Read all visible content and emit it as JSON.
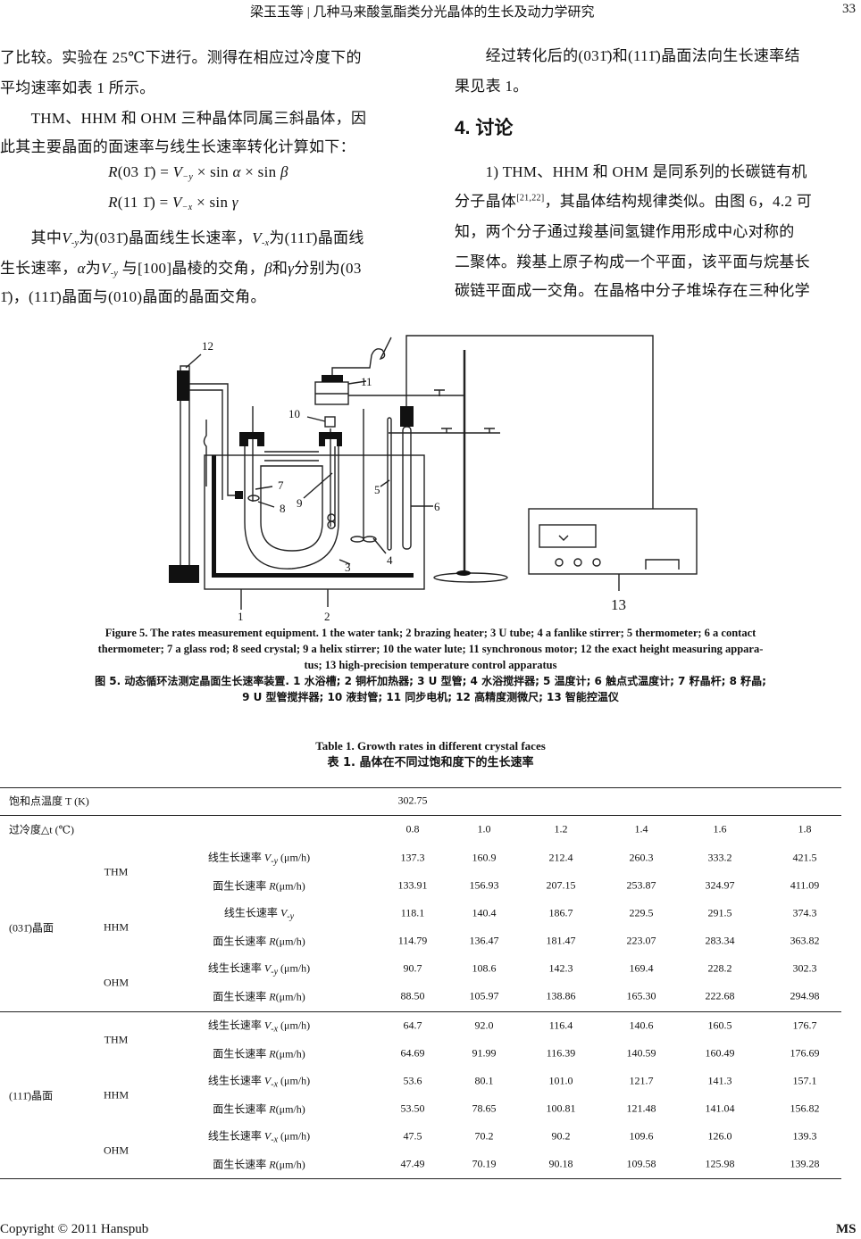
{
  "header": {
    "title": "梁玉玉等 | 几种马来酸氢酯类分光晶体的生长及动力学研究",
    "page_number": "33"
  },
  "left_column": [
    [
      {
        "t": "了比较。实验在 25℃下进行。测得在相应过冷度下的"
      }
    ],
    [
      {
        "t": "平均速率如表 1 所示。"
      }
    ],
    [
      {
        "t": "　　THM、HHM 和 OHM 三种晶体同属三斜晶体，因"
      }
    ],
    [
      {
        "t": "此其主要晶面的面速率与线生长速率转化计算如下："
      }
    ],
    [
      {
        "t": "　　　　　　　"
      },
      {
        "i": "R"
      },
      {
        "t": "(03 1̄) = "
      },
      {
        "i": "V"
      },
      {
        "sub": "−y"
      },
      {
        "t": " × sin "
      },
      {
        "i": "α"
      },
      {
        "t": " × sin "
      },
      {
        "i": "β"
      }
    ],
    [
      {
        "t": "　　　　　　　"
      },
      {
        "i": "R"
      },
      {
        "t": "(11 1̄) = "
      },
      {
        "i": "V"
      },
      {
        "sub": "−x"
      },
      {
        "t": " × sin "
      },
      {
        "i": "γ"
      }
    ],
    [
      {
        "t": "　　其中"
      },
      {
        "i": "V"
      },
      {
        "sub": "-y"
      },
      {
        "t": "为(031̄)晶面线生长速率，"
      },
      {
        "i": "V"
      },
      {
        "sub": "-x"
      },
      {
        "t": "为(111̄)晶面线"
      }
    ],
    [
      {
        "t": "生长速率，"
      },
      {
        "i": "α"
      },
      {
        "t": "为"
      },
      {
        "i": "V"
      },
      {
        "sub": "-y"
      },
      {
        "t": " 与[100]晶棱的交角，"
      },
      {
        "i": "β"
      },
      {
        "t": "和"
      },
      {
        "i": "γ"
      },
      {
        "t": "分别为(03"
      }
    ],
    [
      {
        "t": "1̄)，(111̄)晶面与(010)晶面的晶面交角。"
      }
    ]
  ],
  "right_column": [
    [
      {
        "t": "　　经过转化后的(031̄)和(111̄)晶面法向生长速率结"
      }
    ],
    [
      {
        "t": "果见表 1。"
      }
    ],
    [
      {
        "t": "　　1) THM、HHM 和 OHM 是同系列的长碳链有机"
      }
    ],
    [
      {
        "t": "分子晶体"
      },
      {
        "sup": "[21,22]"
      },
      {
        "t": "，其晶体结构规律类似。由图 6，4.2 可"
      }
    ],
    [
      {
        "t": "知，两个分子通过羧基间氢键作用形成中心对称的"
      }
    ],
    [
      {
        "t": "二聚体。羧基上原子构成一个平面，该平面与烷基长"
      }
    ],
    [
      {
        "t": "碳链平面成一交角。在晶格中分子堆垛存在三种化学"
      }
    ]
  ],
  "section_heading": "4. 讨论",
  "figure": {
    "labels": [
      "1",
      "2",
      "3",
      "4",
      "5",
      "6",
      "7",
      "8",
      "9",
      "10",
      "11",
      "12",
      "13"
    ],
    "caption_en_lines": [
      "Figure 5. The rates measurement equipment. 1 the water tank; 2 brazing heater; 3 U tube; 4 a fanlike stirrer; 5 thermometer; 6 a contact",
      "thermometer; 7 a glass rod; 8 seed crystal; 9 a helix stirrer; 10 the water lute; 11 synchronous motor; 12 the exact height measuring appara-",
      "tus; 13 high-precision temperature control apparatus"
    ],
    "caption_zh_lines": [
      "图 5. 动态循环法测定晶面生长速率装置. 1 水浴槽; 2 铜杆加热器; 3 U 型管; 4 水浴搅拌器; 5 温度计; 6 触点式温度计; 7 籽晶杆; 8 籽晶;",
      "9 U 型管搅拌器; 10 液封管; 11 同步电机; 12 高精度测微尺; 13 智能控温仪"
    ]
  },
  "table": {
    "title_en": "Table 1. Growth rates in different crystal faces",
    "title_zh": "表 1. 晶体在不同过饱和度下的生长速率",
    "sat_label": "饱和点温度  T (K)",
    "sat_value": "302.75",
    "dt_label": "过冷度△t (℃)",
    "dt_values": [
      "0.8",
      "1.0",
      "1.2",
      "1.4",
      "1.6",
      "1.8"
    ],
    "groups": [
      {
        "face": "(031̄)晶面",
        "crystals": [
          {
            "name": "THM",
            "rows": [
              {
                "pre": "线生长速率  ",
                "var": "V",
                "sub": "-y",
                "post": " (μm/h)",
                "values": [
                  "137.3",
                  "160.9",
                  "212.4",
                  "260.3",
                  "333.2",
                  "421.5"
                ]
              },
              {
                "pre": "面生长速率 ",
                "var": "R",
                "sub": "",
                "post": "(μm/h)",
                "values": [
                  "133.91",
                  "156.93",
                  "207.15",
                  "253.87",
                  "324.97",
                  "411.09"
                ]
              }
            ]
          },
          {
            "name": "HHM",
            "rows": [
              {
                "pre": "线生长速率 ",
                "var": "V",
                "sub": "-y",
                "post": "",
                "values": [
                  "118.1",
                  "140.4",
                  "186.7",
                  "229.5",
                  "291.5",
                  "374.3"
                ]
              },
              {
                "pre": "面生长速率 ",
                "var": "R",
                "sub": "",
                "post": "(μm/h)",
                "values": [
                  "114.79",
                  "136.47",
                  "181.47",
                  "223.07",
                  "283.34",
                  "363.82"
                ]
              }
            ]
          },
          {
            "name": "OHM",
            "rows": [
              {
                "pre": "线生长速率 ",
                "var": "V",
                "sub": "-y",
                "post": " (μm/h)",
                "values": [
                  "90.7",
                  "108.6",
                  "142.3",
                  "169.4",
                  "228.2",
                  "302.3"
                ]
              },
              {
                "pre": "面生长速率 ",
                "var": "R",
                "sub": "",
                "post": "(μm/h)",
                "values": [
                  "88.50",
                  "105.97",
                  "138.86",
                  "165.30",
                  "222.68",
                  "294.98"
                ]
              }
            ]
          }
        ]
      },
      {
        "face": "(111̄)晶面",
        "crystals": [
          {
            "name": "THM",
            "rows": [
              {
                "pre": "线生长速率 ",
                "var": "V",
                "sub": "-x",
                "post": " (μm/h)",
                "values": [
                  "64.7",
                  "92.0",
                  "116.4",
                  "140.6",
                  "160.5",
                  "176.7"
                ]
              },
              {
                "pre": "面生长速率 ",
                "var": "R",
                "sub": "",
                "post": "(μm/h)",
                "values": [
                  "64.69",
                  "91.99",
                  "116.39",
                  "140.59",
                  "160.49",
                  "176.69"
                ]
              }
            ]
          },
          {
            "name": "HHM",
            "rows": [
              {
                "pre": "线生长速率 ",
                "var": "V",
                "sub": "-x",
                "post": " (μm/h)",
                "values": [
                  "53.6",
                  "80.1",
                  "101.0",
                  "121.7",
                  "141.3",
                  "157.1"
                ]
              },
              {
                "pre": "面生长速率 ",
                "var": "R",
                "sub": "",
                "post": "(μm/h)",
                "values": [
                  "53.50",
                  "78.65",
                  "100.81",
                  "121.48",
                  "141.04",
                  "156.82"
                ]
              }
            ]
          },
          {
            "name": "OHM",
            "rows": [
              {
                "pre": "线生长速率  ",
                "var": "V",
                "sub": "-x",
                "post": " (μm/h)",
                "values": [
                  "47.5",
                  "70.2",
                  "90.2",
                  "109.6",
                  "126.0",
                  "139.3"
                ]
              },
              {
                "pre": "面生长速率 ",
                "var": "R",
                "sub": "",
                "post": "(μm/h)",
                "values": [
                  "47.49",
                  "70.19",
                  "90.18",
                  "109.58",
                  "125.98",
                  "139.28"
                ]
              }
            ]
          }
        ]
      }
    ]
  },
  "footer": {
    "copyright": "Copyright © 2011 Hanspub",
    "journal": "MS"
  }
}
